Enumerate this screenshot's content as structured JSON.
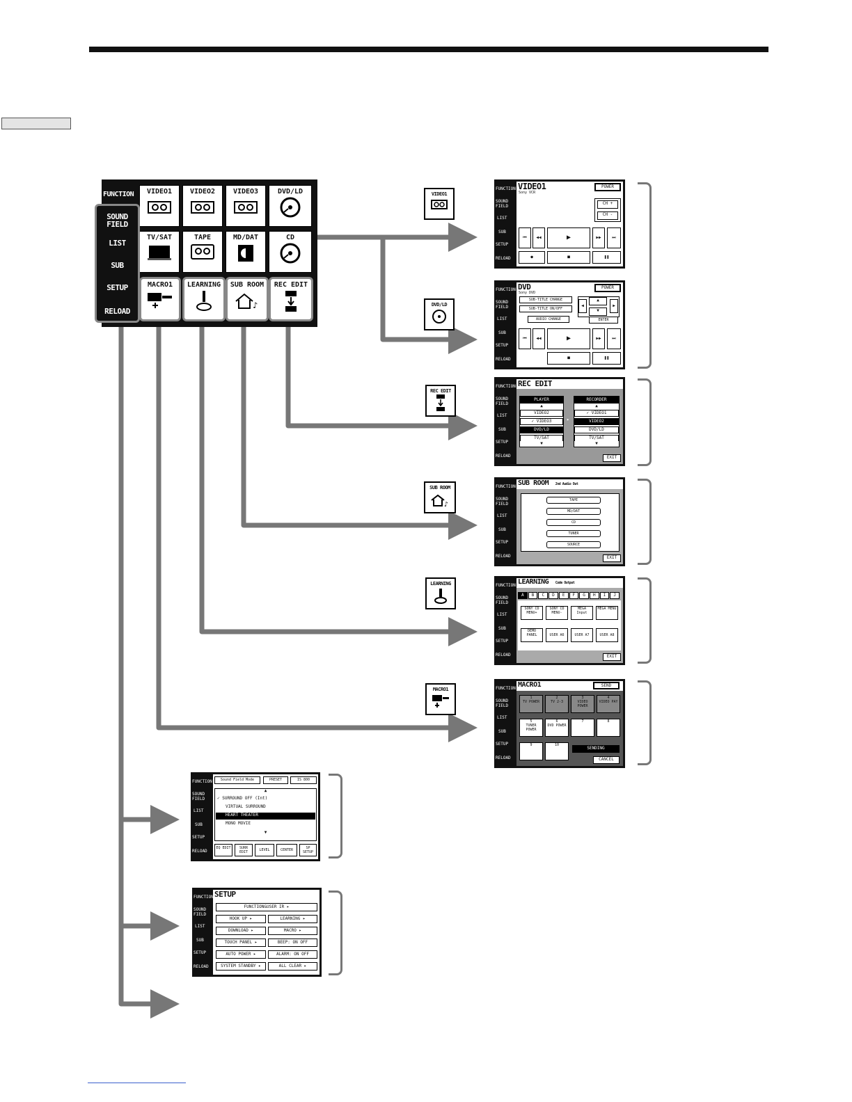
{
  "main_panel": {
    "function_label": "FUNCTION",
    "tiles": [
      {
        "label": "VIDEO1",
        "icon": "cassette-icon"
      },
      {
        "label": "VIDEO2",
        "icon": "cassette-icon"
      },
      {
        "label": "VIDEO3",
        "icon": "cassette-icon"
      },
      {
        "label": "DVD/LD",
        "icon": "disc-icon"
      },
      {
        "label": "TV/SAT",
        "icon": "tv-icon"
      },
      {
        "label": "TAPE",
        "icon": "tape-icon"
      },
      {
        "label": "MD/DAT",
        "icon": "md-icon"
      },
      {
        "label": "CD",
        "icon": "disc-icon"
      },
      {
        "label": "MACRO1",
        "icon": "macro-icon"
      },
      {
        "label": "LEARNING",
        "icon": "learning-icon"
      },
      {
        "label": "SUB ROOM",
        "icon": "subroom-icon"
      },
      {
        "label": "REC EDIT",
        "icon": "rec-edit-icon"
      }
    ],
    "sidebar": [
      "SOUND FIELD",
      "LIST",
      "SUB",
      "SETUP",
      "RELOAD"
    ]
  },
  "small_icons": {
    "video1": "VIDEO1",
    "dvd": "DVD/LD",
    "rec_edit": "REC EDIT",
    "sub_room": "SUB ROOM",
    "learning": "LEARNING",
    "macro1": "MACRO1"
  },
  "screen_sidebar": [
    "FUNCTION",
    "SOUND FIELD",
    "LIST",
    "SUB",
    "SETUP",
    "RELOAD"
  ],
  "video1_screen": {
    "title": "VIDEO1",
    "subtitle": "Sony VCR",
    "power": "POWER",
    "ch_up": "CH +",
    "ch_down": "CH -"
  },
  "dvd_screen": {
    "title": "DVD",
    "subtitle": "Sony DVD",
    "power": "POWER",
    "buttons": [
      "SUB-TITLE CHANGE",
      "SUB-TITLE ON/OFF",
      "AUDIO CHANGE"
    ],
    "enter": "ENTER"
  },
  "rec_edit_screen": {
    "title": "REC EDIT",
    "player_header": "PLAYER",
    "recorder_header": "RECORDER",
    "player_items": [
      "VIDEO2",
      "VIDEO3",
      "DVD/LD",
      "TV/SAT"
    ],
    "recorder_items": [
      "VIDEO1",
      "VIDEO2",
      "DVD/LD",
      "TV/SAT"
    ],
    "exit": "EXIT"
  },
  "sub_room_screen": {
    "title": "SUB ROOM",
    "subtitle": "2nd Audio Out",
    "items": [
      "TAPE",
      "MD/DAT",
      "CD",
      "TUNER",
      "SOURCE"
    ],
    "exit": "EXIT"
  },
  "learning_screen": {
    "title": "LEARNING",
    "subtitle": "Code Output",
    "letters": [
      "A",
      "B",
      "C",
      "D",
      "E",
      "F",
      "G",
      "H",
      "I",
      "J"
    ],
    "buttons": [
      "SONY CD MENU+",
      "SONY CD MENU-",
      "MEGA Input",
      "MEGA MENU",
      "DEMO PANEL",
      "USER A6",
      "USER A7",
      "USER A8"
    ],
    "exit": "EXIT"
  },
  "macro_screen": {
    "title": "MACRO1",
    "send": "SEND",
    "steps": [
      "TV POWER",
      "TV 2-3",
      "VIDEO POWER",
      "VIDEO PAY",
      "TUNER POWER",
      "DVD POWER",
      "",
      "",
      "",
      ""
    ],
    "step_numbers": [
      "1",
      "2",
      "3",
      "4",
      "5",
      "6",
      "7",
      "8",
      "9",
      "10"
    ],
    "sending": "SENDING",
    "cancel": "CANCEL"
  },
  "sound_field_screen": {
    "header": "Sound Field Mode",
    "preset": "PRESET",
    "tab3": "IS 800",
    "items": [
      "SURROUND OFF (Int)",
      "VIRTUAL SURROUND",
      "HEART THEATER",
      "MONO MOVIE"
    ],
    "bottom": [
      "EQ EDIT",
      "SURR EDIT",
      "LEVEL",
      "CENTER",
      "SP SETUP"
    ]
  },
  "setup_screen": {
    "title": "SETUP",
    "rows": [
      [
        "FUNCTION&USER IR"
      ],
      [
        "HOOK UP",
        "LEARNING"
      ],
      [
        "DOWNLOAD",
        "MACRO"
      ],
      [
        "TOUCH PANEL",
        "BEEP: ON OFF"
      ],
      [
        "AUTO POWER",
        "ALARM: ON OFF"
      ],
      [
        "SYSTEM STANDBY",
        "ALL CLEAR"
      ]
    ]
  }
}
